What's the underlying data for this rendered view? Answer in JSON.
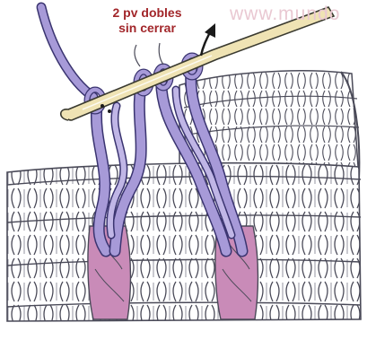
{
  "annotation": {
    "line1": "2 pv dobles",
    "line2": "sin cerrar"
  },
  "watermark": {
    "text": "www.mundo"
  },
  "colors": {
    "annotation_text": "#a2262a",
    "watermark": "#e9c8d2",
    "yarn": "#a79ad8",
    "yarn_outline": "#3a3470",
    "post": "#c98bb8",
    "fabric_outline": "#4a4a58",
    "hook": "#efe3b4",
    "arrow": "#1a1a1a"
  }
}
